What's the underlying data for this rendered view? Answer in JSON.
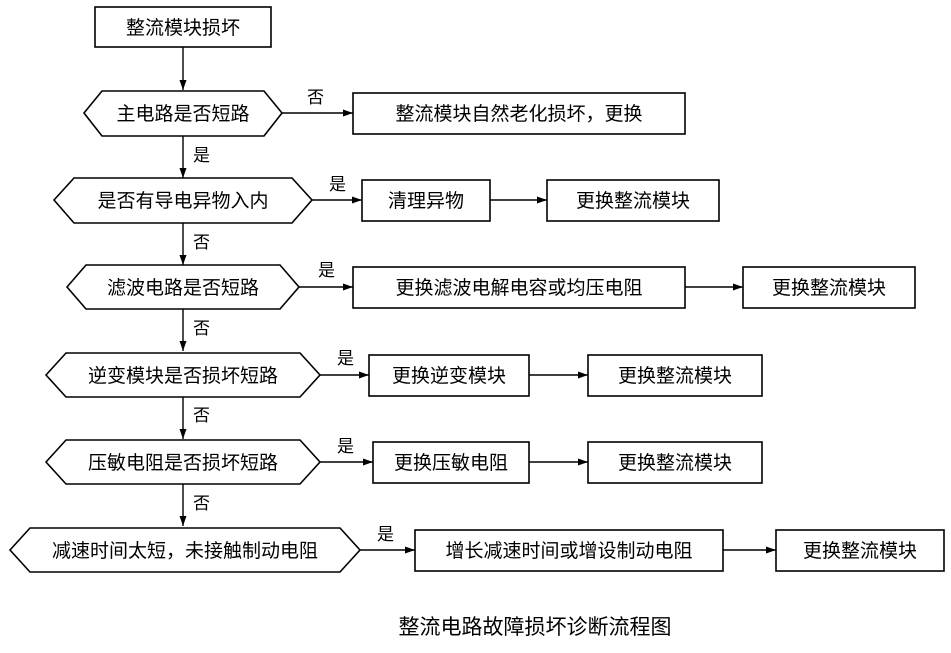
{
  "start": "整流模块损坏",
  "decisions": [
    {
      "label": "主电路是否短路",
      "branch": "否",
      "down": "是",
      "actions": [
        "整流模块自然老化损坏，更换"
      ]
    },
    {
      "label": "是否有导电异物入内",
      "branch": "是",
      "down": "否",
      "actions": [
        "清理异物",
        "更换整流模块"
      ]
    },
    {
      "label": "滤波电路是否短路",
      "branch": "是",
      "down": "否",
      "actions": [
        "更换滤波电解电容或均压电阻",
        "更换整流模块"
      ]
    },
    {
      "label": "逆变模块是否损坏短路",
      "branch": "是",
      "down": "否",
      "actions": [
        "更换逆变模块",
        "更换整流模块"
      ]
    },
    {
      "label": "压敏电阻是否损坏短路",
      "branch": "是",
      "down": "否",
      "actions": [
        "更换压敏电阻",
        "更换整流模块"
      ]
    },
    {
      "label": "减速时间太短，未接触制动电阻",
      "branch": "是",
      "actions": [
        "增长减速时间或增设制动电阻",
        "更换整流模块"
      ]
    }
  ],
  "caption": "整流电路故障损坏诊断流程图"
}
